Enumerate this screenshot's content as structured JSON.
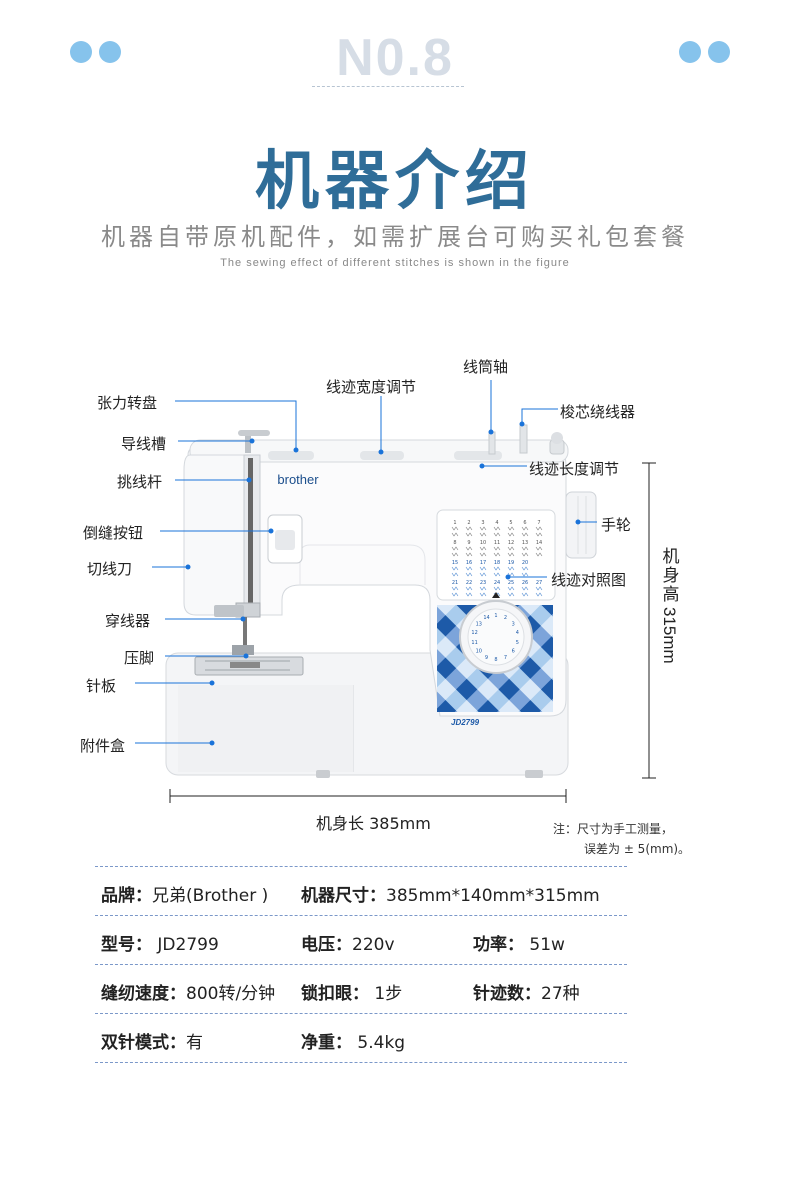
{
  "header": {
    "number": "N0.8",
    "title": "机器介绍",
    "subtitle": "机器自带原机配件，如需扩展台可购买礼包套餐",
    "english": "The sewing effect of different stitches is shown in the figure"
  },
  "machine": {
    "brand_logo": "brother",
    "model_badge": "JD2799",
    "dial_numbers": [
      "1",
      "2",
      "3",
      "4",
      "5",
      "6",
      "7",
      "8",
      "9",
      "10",
      "11",
      "12",
      "13",
      "14"
    ],
    "chart_numbers": [
      [
        "1",
        "2",
        "3",
        "4",
        "5",
        "6",
        "7"
      ],
      [
        "8",
        "9",
        "10",
        "11",
        "12",
        "13",
        "14"
      ],
      [
        "15",
        "16",
        "17",
        "18",
        "19",
        "20"
      ],
      [
        "21",
        "22",
        "23",
        "24",
        "25",
        "26",
        "27"
      ]
    ]
  },
  "labels": {
    "tension_dial": "张力转盘",
    "thread_guide": "导线槽",
    "take_up_lever": "挑线杆",
    "reverse_button": "倒缝按钮",
    "thread_cutter": "切线刀",
    "threader": "穿线器",
    "presser_foot": "压脚",
    "needle_plate": "针板",
    "accessory_box": "附件盒",
    "stitch_width": "线迹宽度调节",
    "spool_pin": "线筒轴",
    "bobbin_winder": "梭芯绕线器",
    "stitch_length": "线迹长度调节",
    "handwheel": "手轮",
    "stitch_chart": "线迹对照图"
  },
  "dimensions": {
    "height_label": "机身高",
    "height_value": "315mm",
    "length_label": "机身长 385mm",
    "note_line1": "注：尺寸为手工测量，",
    "note_line2": "误差为 ± 5(mm)。"
  },
  "specs": [
    [
      {
        "k": "品牌：",
        "v": "兄弟(Brother )"
      },
      {
        "k": "机器尺寸：",
        "v": "385mm*140mm*315mm"
      }
    ],
    [
      {
        "k": "型号：",
        "v": " JD2799"
      },
      {
        "k": "电压：",
        "v": "220v"
      },
      {
        "k": "功率：",
        "v": " 51w"
      }
    ],
    [
      {
        "k": "缝纫速度：",
        "v": "800转/分钟"
      },
      {
        "k": "锁扣眼：",
        "v": " 1步"
      },
      {
        "k": "针迹数：",
        "v": "27种"
      }
    ],
    [
      {
        "k": "双针模式：",
        "v": "有"
      },
      {
        "k": "净重：",
        "v": " 5.4kg"
      }
    ]
  ],
  "colors": {
    "title_blue": "#2f6d98",
    "accent_blue": "#1a73d9",
    "dot_blue": "#86c3ec",
    "pattern_blue": "#2d6cc0"
  }
}
